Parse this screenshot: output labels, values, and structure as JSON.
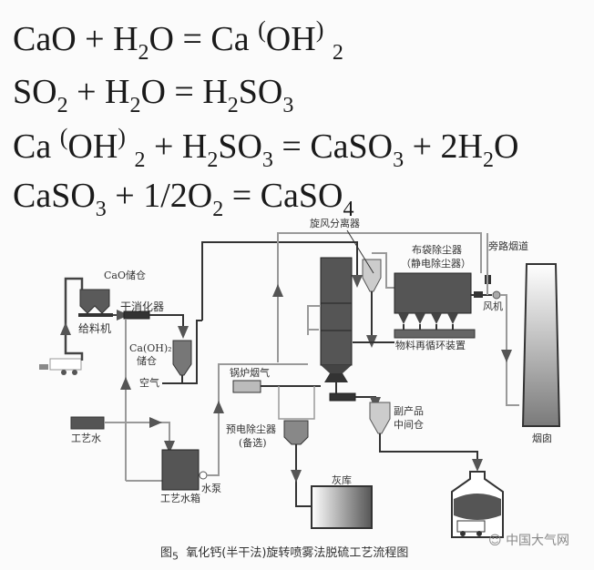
{
  "equations": [
    {
      "id": "eq1",
      "parts": [
        "CaO + H",
        "2",
        "O = Ca",
        "(",
        "OH",
        ")",
        "2"
      ]
    },
    {
      "id": "eq2",
      "parts": [
        "SO",
        "2",
        " + H",
        "2",
        "O = H",
        "2",
        "SO",
        "3"
      ]
    },
    {
      "id": "eq3",
      "parts": [
        "Ca",
        "(",
        "OH",
        ")",
        "2",
        " + H",
        "2",
        "SO",
        "3",
        " = CaSO",
        "3",
        " + 2H",
        "2",
        "O"
      ]
    },
    {
      "id": "eq4",
      "parts": [
        "CaSO",
        "3",
        " + 1/2O",
        "2",
        " = CaSO",
        "4"
      ]
    }
  ],
  "diagram": {
    "labels": {
      "cao_silo": "CaO储仓",
      "feeder": "给料机",
      "dry_slaker": "干消化器",
      "caoh2_silo_l1": "Ca(OH)₂",
      "caoh2_silo_l2": "储仓",
      "air": "空气",
      "boiler_flue_gas": "锅炉烟气",
      "process_water": "工艺水",
      "process_water_tank": "工艺水箱",
      "water_pump": "水泵",
      "pre_esp_l1": "预电除尘器",
      "pre_esp_l2": "(备选)",
      "ash_storage": "灰库",
      "cyclone": "旋风分离器",
      "bag_filter_l1": "布袋除尘器",
      "bag_filter_l2": "（静电除尘器）",
      "recirculation": "物料再循环装置",
      "bypass_duct": "旁路烟道",
      "fan": "风机",
      "byproduct_l1": "副产品",
      "byproduct_l2": "中间仓",
      "chimney": "烟囱"
    }
  },
  "caption": {
    "fig_label": "图",
    "fig_number": "5",
    "title": "氧化钙(半干法)旋转喷雾法脱硫工艺流程图"
  },
  "watermark": {
    "text": "中国大气网"
  }
}
